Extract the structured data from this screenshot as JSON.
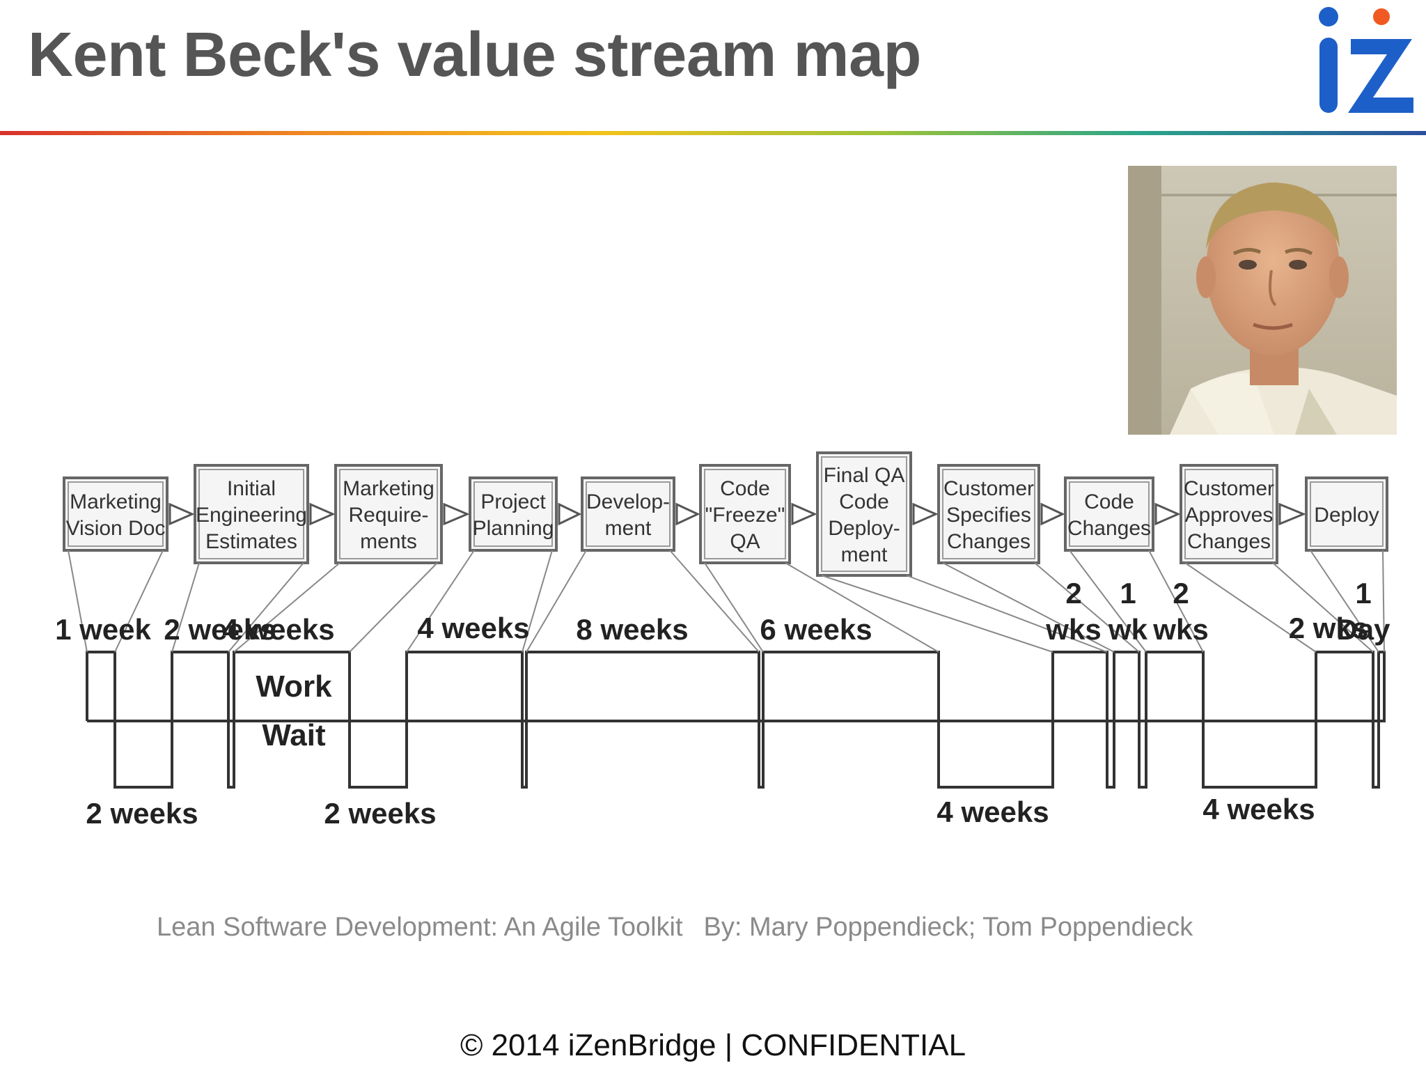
{
  "slide": {
    "title": "Kent Beck's value stream map",
    "citation_book": "Lean Software Development: An Agile Toolkit",
    "citation_authors": "By: Mary Poppendieck; Tom Poppendieck",
    "footer": "© 2014 iZenBridge  |  CONFIDENTIAL"
  },
  "logo": {
    "letter_i": "i",
    "letter_z": "Z",
    "color_blue": "#1d5fc8",
    "color_dot": "#f05a22"
  },
  "colors": {
    "title": "#555555",
    "diagram_line": "#333333",
    "box_border": "#666666"
  },
  "process_steps": [
    {
      "lines": [
        "Marketing",
        "Vision Doc"
      ]
    },
    {
      "lines": [
        "Initial",
        "Engineering",
        "Estimates"
      ]
    },
    {
      "lines": [
        "Marketing",
        "Require-",
        "ments"
      ]
    },
    {
      "lines": [
        "Project",
        "Planning"
      ]
    },
    {
      "lines": [
        "Develop-",
        "ment"
      ]
    },
    {
      "lines": [
        "Code",
        "\"Freeze\"",
        "QA"
      ]
    },
    {
      "lines": [
        "Final QA",
        "Code",
        "Deploy-",
        "ment"
      ]
    },
    {
      "lines": [
        "Customer",
        "Specifies",
        "Changes"
      ]
    },
    {
      "lines": [
        "Code",
        "Changes"
      ]
    },
    {
      "lines": [
        "Customer",
        "Approves",
        "Changes"
      ]
    },
    {
      "lines": [
        "Deploy"
      ]
    }
  ],
  "work_labels": [
    {
      "lines": [
        "1 week"
      ]
    },
    {
      "lines": [
        "2 weeks"
      ]
    },
    {
      "lines": [
        "4 weeks"
      ]
    },
    {
      "lines": [
        "4 weeks"
      ]
    },
    {
      "lines": [
        "8 weeks"
      ]
    },
    {
      "lines": [
        "6 weeks"
      ]
    },
    {
      "lines": [
        "2",
        "wks"
      ]
    },
    {
      "lines": [
        "1",
        "wk"
      ]
    },
    {
      "lines": [
        "2",
        "wks"
      ]
    },
    {
      "lines": [
        "2 wks"
      ]
    },
    {
      "lines": [
        "1",
        "Day"
      ]
    }
  ],
  "wait_labels": [
    "2 weeks",
    "2 weeks",
    "4 weeks",
    "4 weeks"
  ],
  "legend": {
    "work": "Work",
    "wait": "Wait"
  }
}
